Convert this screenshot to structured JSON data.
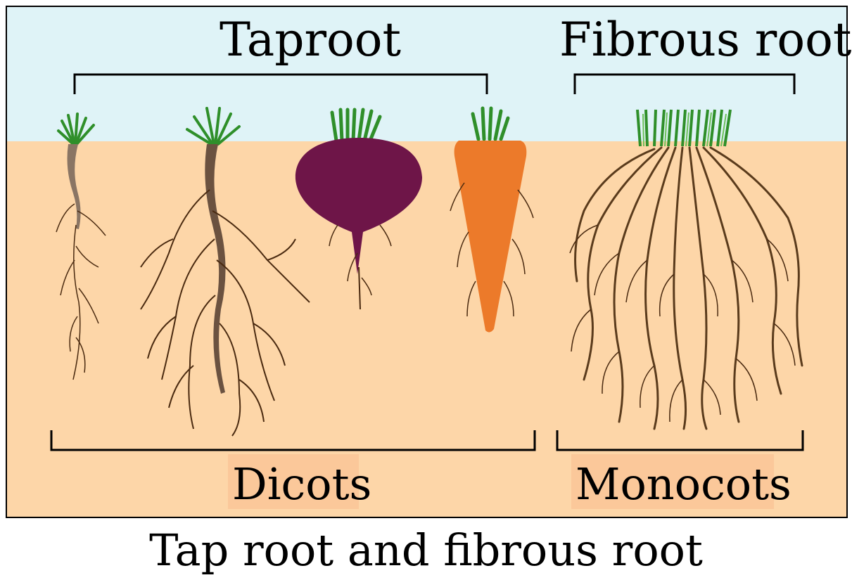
{
  "labels": {
    "taproot": "Taproot",
    "fibrous_root": "Fibrous root",
    "dicots": "Dicots",
    "monocots": "Monocots"
  },
  "caption": "Tap root and fibrous root",
  "colors": {
    "sky": "#dff3f7",
    "soil": "#fdd6a8",
    "soil_label_bg": "#fbc89a",
    "root_brown": "#5a3b1c",
    "thin_root": "#4a2a10",
    "young_taproot": "#8a7564",
    "leaf_green": "#2f8f2a",
    "leaf_light": "#6cc05a",
    "beet": "#6e1548",
    "carrot": "#ec7a2a",
    "frame": "#000000"
  }
}
